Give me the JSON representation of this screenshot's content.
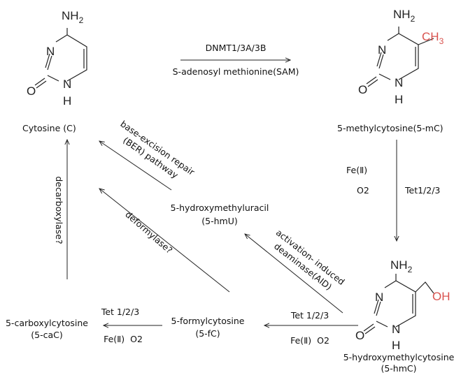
{
  "compounds": {
    "cytosine": {
      "name": "Cytosine (C)",
      "substituent": "",
      "amine_label": "NH",
      "amine_sub": "2",
      "ring_n": "N",
      "ring_nh": "N",
      "ring_h": "H",
      "carbonyl_o": "O"
    },
    "mc": {
      "name": "5-methylcytosine(5-mC)",
      "substituent": "CH",
      "substituent_sub": "3",
      "amine_label": "NH",
      "amine_sub": "2",
      "ring_n": "N",
      "ring_nh": "N",
      "ring_h": "H",
      "carbonyl_o": "O"
    },
    "hmc": {
      "name_line1": "5-hydroxymethylcytosine",
      "name_line2": "(5-hmC)",
      "substituent": "OH",
      "amine_label": "NH",
      "amine_sub": "2",
      "ring_n": "N",
      "ring_nh": "N",
      "ring_h": "H",
      "carbonyl_o": "O"
    },
    "hmu": {
      "name_line1": "5-hydroxymethyluracil",
      "name_line2": "(5-hmU)"
    },
    "fc": {
      "name_line1": "5-formylcytosine",
      "name_line2": "(5-fC)"
    },
    "cac": {
      "name_line1": "5-carboxylcytosine",
      "name_line2": "(5-caC)"
    }
  },
  "reactions": {
    "c_to_mc": {
      "enzyme": "DNMT1/3A/3B",
      "cofactor": "S-adenosyl methionine(SAM)"
    },
    "mc_to_hmc": {
      "cofactor1": "Fe(Ⅱ)",
      "cofactor2": "O2",
      "enzyme": "Tet1/2/3"
    },
    "hmc_to_fc": {
      "enzyme": "Tet 1/2/3",
      "cofactor": "Fe(Ⅱ)  O2"
    },
    "fc_to_cac": {
      "enzyme": "Tet 1/2/3",
      "cofactor": "Fe(Ⅱ)  O2"
    },
    "hmc_to_hmu": {
      "line1": "activation- induced",
      "line2": "deaminase(AID)"
    },
    "hmu_to_c": {
      "line1": "base-excision repair",
      "line2": "(BER) pathway"
    },
    "fc_to_c": {
      "label": "deformylase?"
    },
    "cac_to_c": {
      "label": "decarboxylase?"
    }
  }
}
